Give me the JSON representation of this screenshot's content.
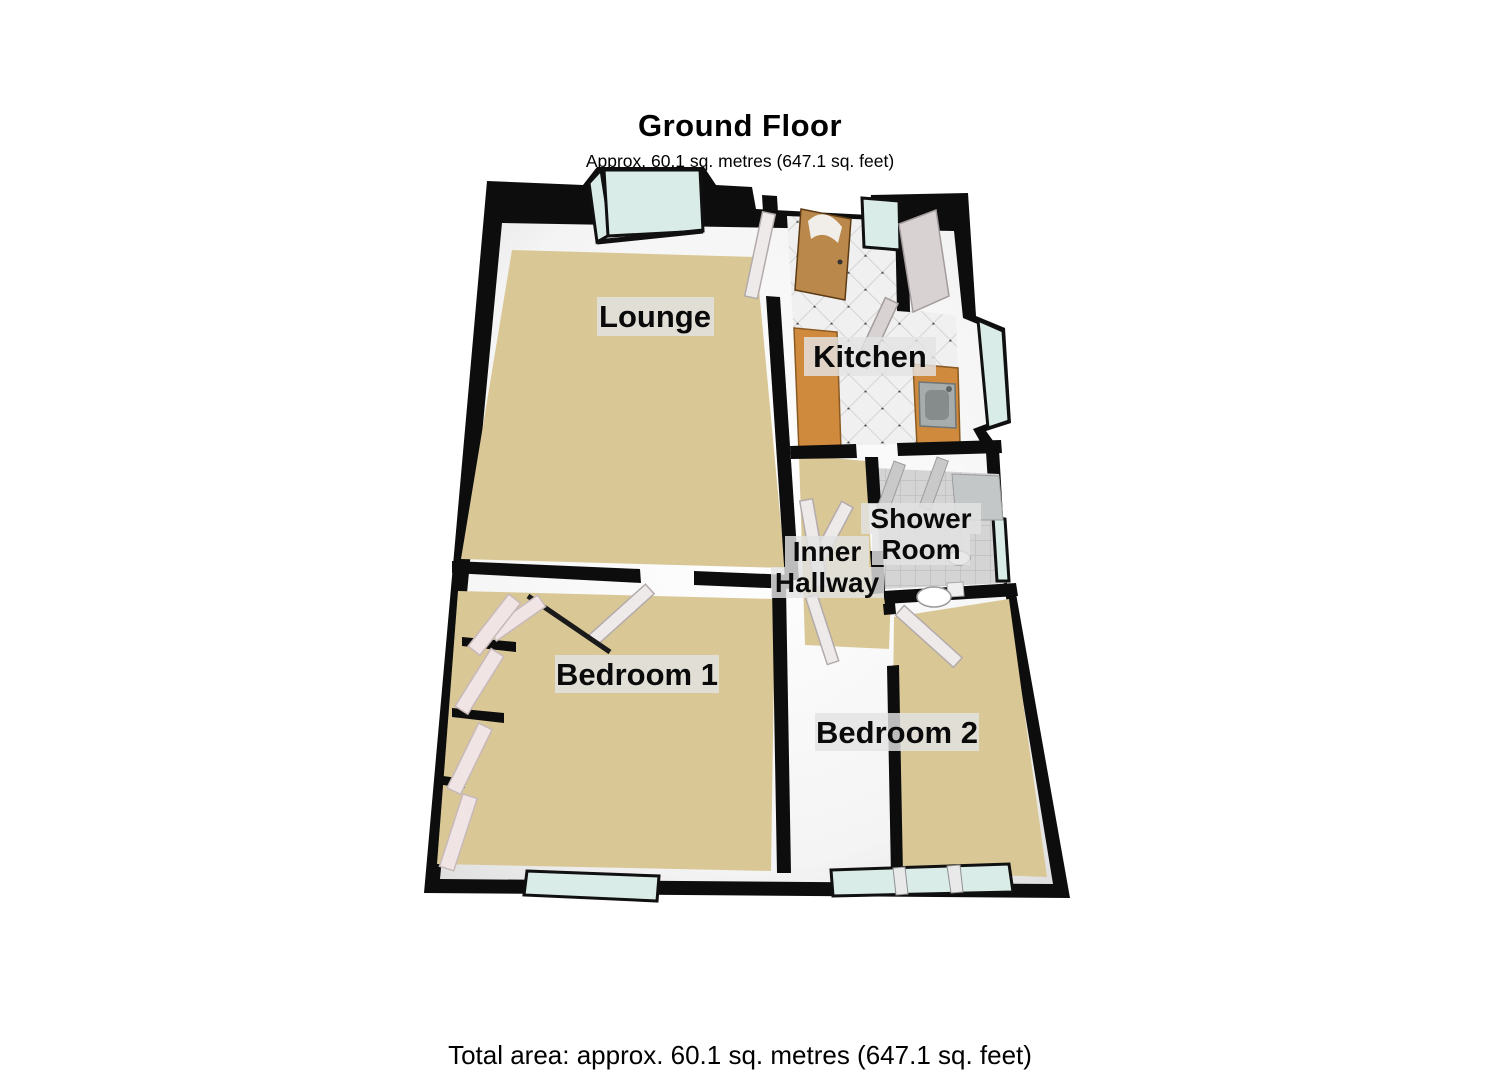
{
  "header": {
    "title": "Ground Floor",
    "subtitle": "Approx. 60.1 sq. metres (647.1 sq. feet)"
  },
  "footer": {
    "total_area": "Total area: approx. 60.1 sq. metres (647.1 sq. feet)"
  },
  "plan": {
    "rooms": {
      "lounge": {
        "label": "Lounge"
      },
      "kitchen": {
        "label": "Kitchen"
      },
      "shower_room": {
        "label_line1": "Shower",
        "label_line2": "Room"
      },
      "inner_hallway": {
        "label_line1": "Inner",
        "label_line2": "Hallway"
      },
      "bedroom1": {
        "label": "Bedroom 1"
      },
      "bedroom2": {
        "label": "Bedroom 2"
      }
    },
    "colors": {
      "wall": "#0d0d0d",
      "wall_face": "#f7f7f7",
      "carpet": "#d9c796",
      "kitchen_tile": "#f0f0f0",
      "shower_tile": "#d4d4d4",
      "window_glass": "#d9ece8",
      "counter": "#cf8a3e",
      "front_door": "#b9884a",
      "label_bg": "#e3e3e3"
    }
  }
}
